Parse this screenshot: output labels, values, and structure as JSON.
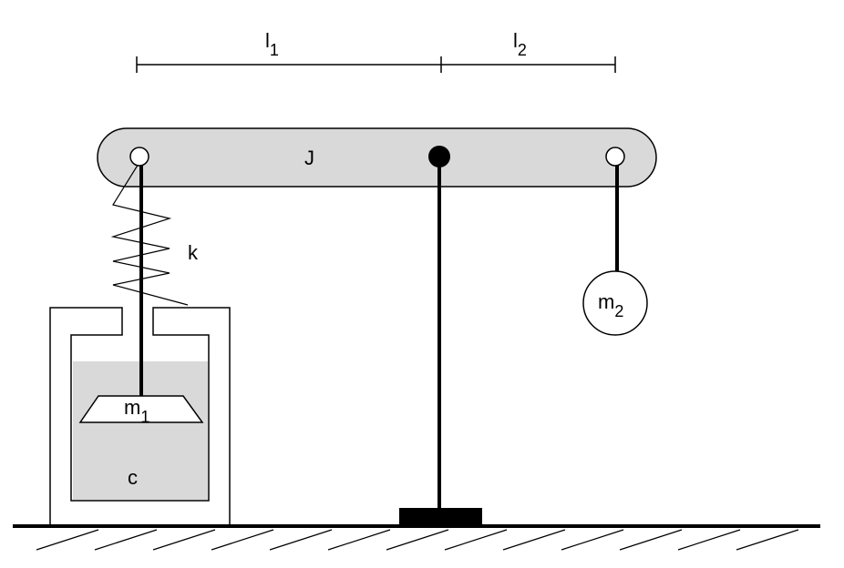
{
  "labels": {
    "l1": {
      "main": "l",
      "sub": "1"
    },
    "l2": {
      "main": "l",
      "sub": "2"
    },
    "J": "J",
    "k": "k",
    "m1": {
      "main": "m",
      "sub": "1"
    },
    "m2": {
      "main": "m",
      "sub": "2"
    },
    "c": "c"
  },
  "colors": {
    "stroke": "#000000",
    "fill_gray": "#d9d9d9",
    "background": "#ffffff"
  }
}
